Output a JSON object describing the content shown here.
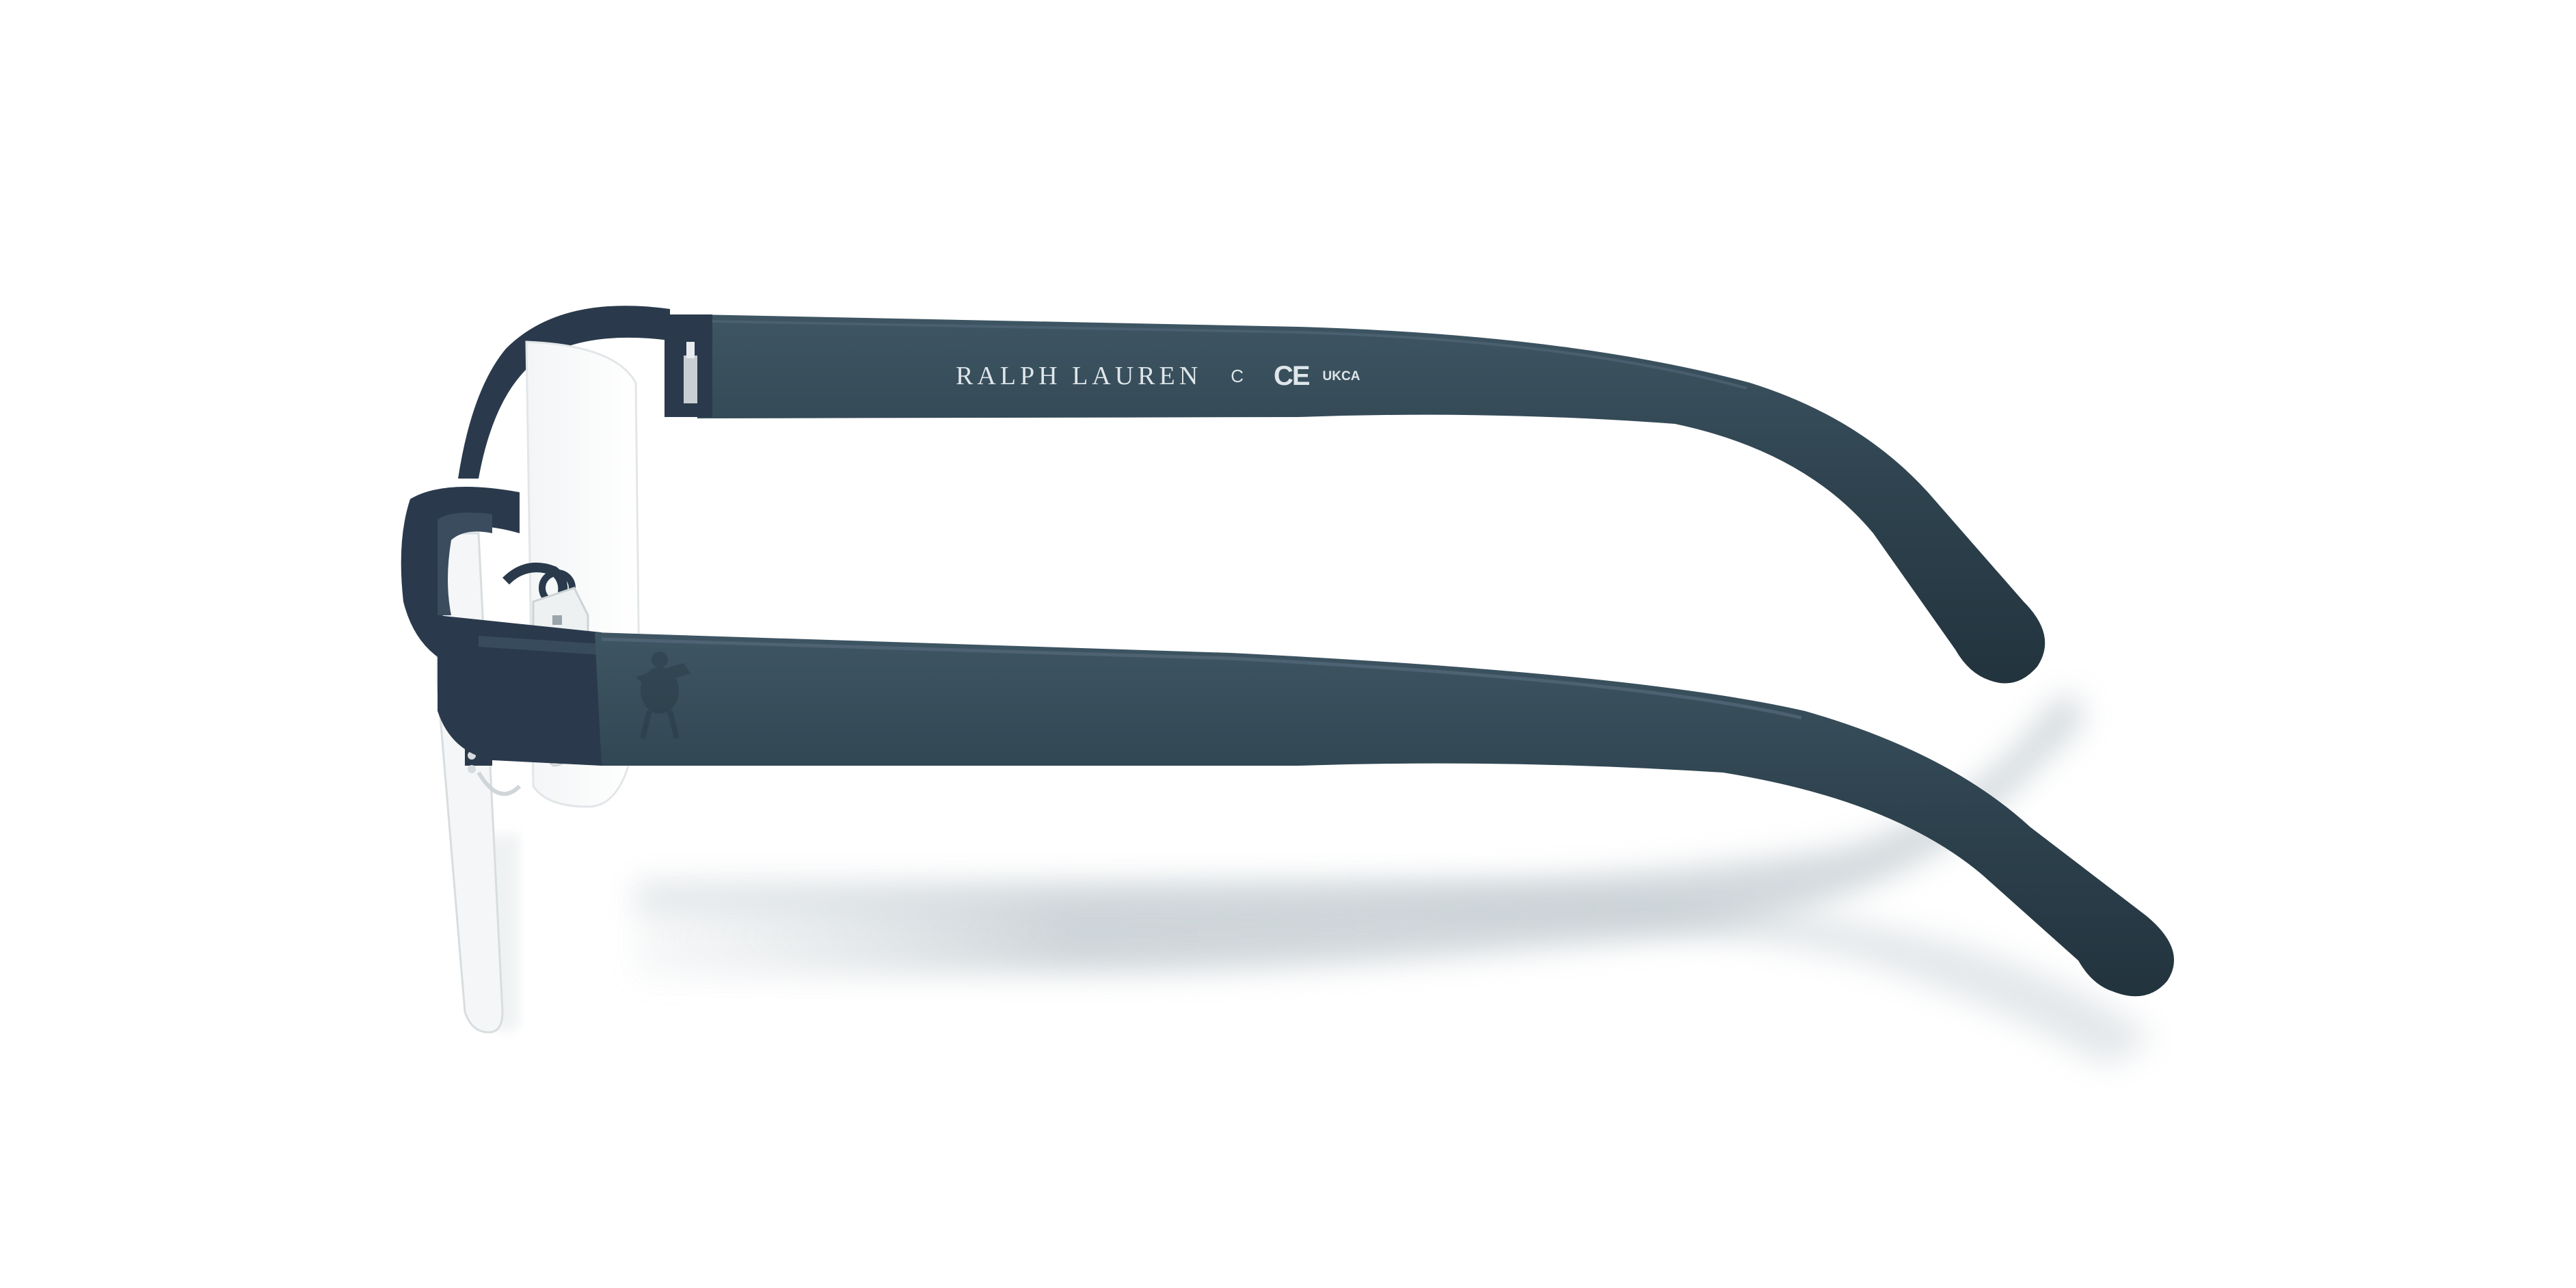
{
  "product": {
    "brand_print": "RALPH LAUREN",
    "copyright_symbol": "C",
    "ce_mark": "CE",
    "ukca_mark": "UKCA",
    "icons": [
      "polo-player-logo-icon"
    ]
  },
  "colors": {
    "background": "#ffffff",
    "frame": "#2a3a4c",
    "temple": "#2f4450",
    "temple_highlight": "#3d5461",
    "shadow": "#b9c3c8",
    "lens_edge": "#d8dde0"
  }
}
